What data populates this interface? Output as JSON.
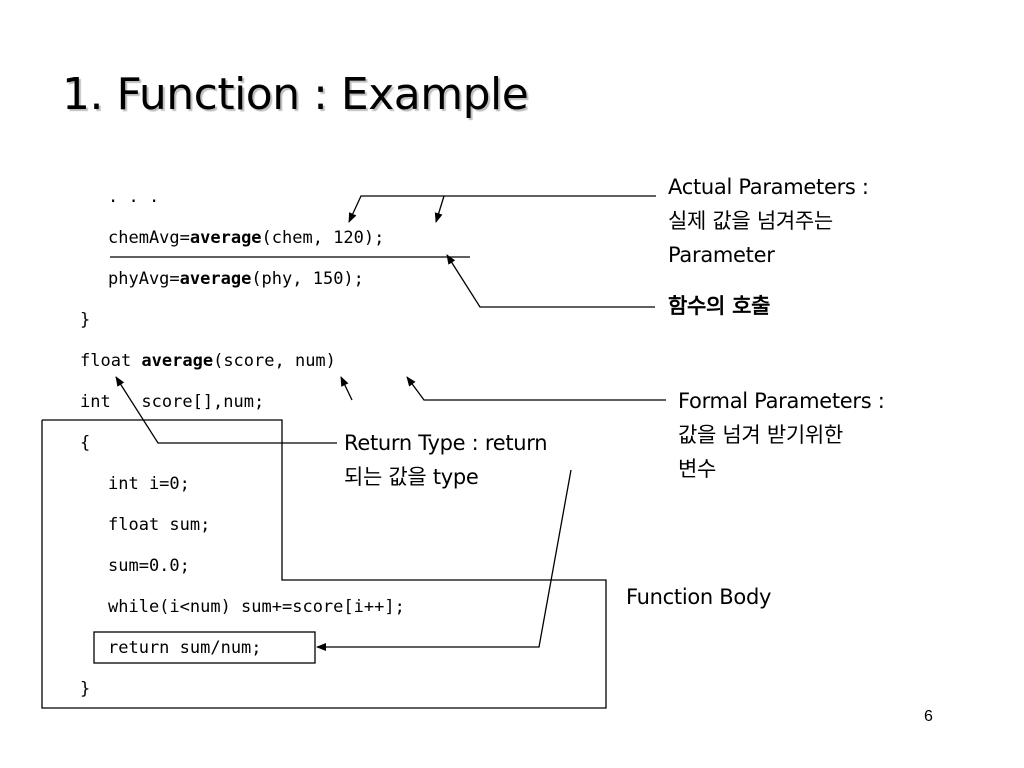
{
  "slide": {
    "title": "1. Function : Example",
    "page_number": "6"
  },
  "code": {
    "ellipsis": ". . .",
    "chem_call": {
      "prefix": "chemAvg=",
      "func": "average",
      "suffix": "(chem, 120);"
    },
    "phy_call": {
      "prefix": "phyAvg=",
      "func": "average",
      "suffix": "(phy, 150);"
    },
    "close_main": "}",
    "def": {
      "prefix": "float ",
      "func": "average",
      "suffix": "(score, num)"
    },
    "params_decl": "int   score[],num;",
    "open_brace": "{",
    "decl_i": "int i=0;",
    "decl_sum": "float sum;",
    "init_sum": "sum=0.0;",
    "while_line": "while(i<num) sum+=score[i++];",
    "return_line": "return sum/num;",
    "close_brace": "}"
  },
  "annotations": {
    "actual_params": {
      "line1": "Actual Parameters :",
      "line2": "실제 값을 넘겨주는",
      "line3": "Parameter"
    },
    "call": "함수의 호출",
    "formal_params": {
      "line1": "Formal Parameters :",
      "line2": "값을 넘겨 받기위한",
      "line3": "변수"
    },
    "return_type": {
      "line1_a": "Return Type : ",
      "line1_b": "return",
      "line2": "되는 값을 type"
    },
    "function_body": "Function Body"
  },
  "colors": {
    "text": "#000000",
    "background": "#ffffff",
    "title_shadow": "#bdbdbd"
  }
}
